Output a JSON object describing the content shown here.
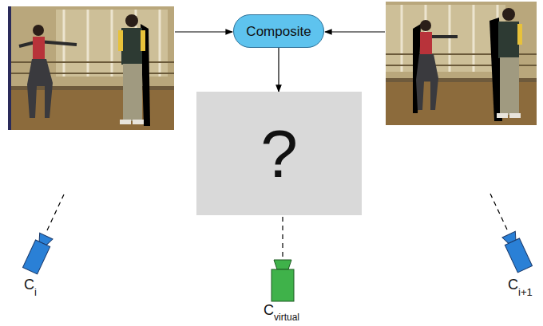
{
  "diagram": {
    "nodes": [
      {
        "text": [
          "Composite"
        ]
      },
      {
        "text": [
          "?"
        ]
      }
    ],
    "edges": [
      {
        "from": 0,
        "to": 1,
        "arrow": "to"
      }
    ],
    "labels": [
      "C",
      "i",
      "C",
      "virtual",
      "C",
      "i+1"
    ]
  }
}
